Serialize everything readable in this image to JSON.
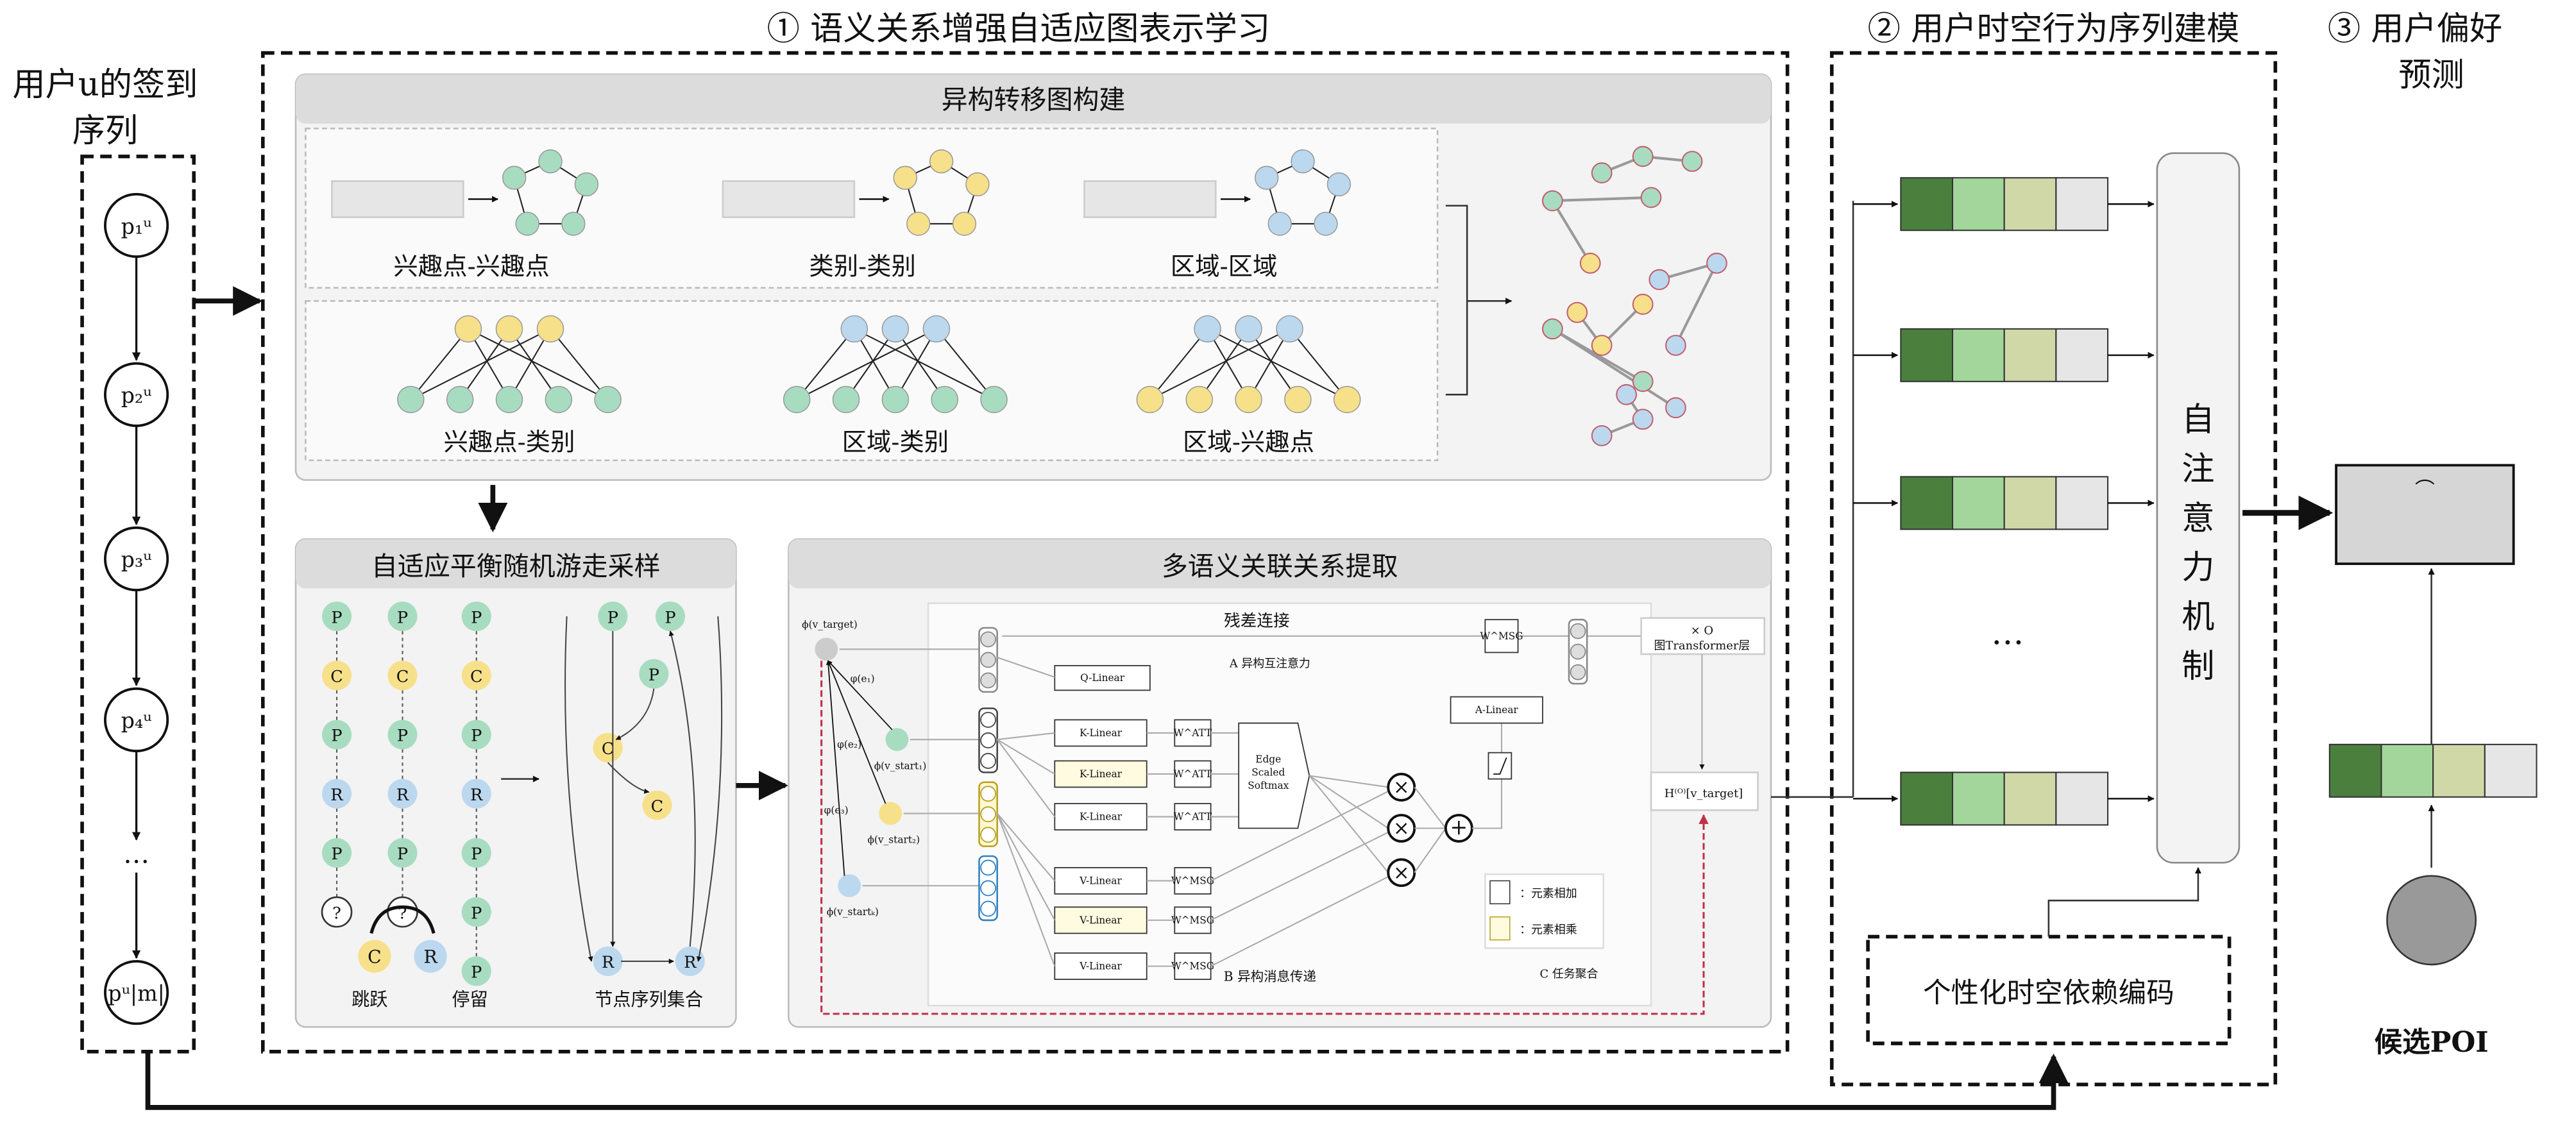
{
  "input": {
    "title_line1": "用户u的签到",
    "title_line2": "序列",
    "nodes": [
      "p₁ᵘ",
      "p₂ᵘ",
      "p₃ᵘ",
      "p₄ᵘ",
      "…",
      "pᵘ|m|"
    ]
  },
  "section1": {
    "title": "① 语义关系增强自适应图表示学习",
    "hetero": {
      "header": "异构转移图构建",
      "row1": [
        "兴趣点-兴趣点",
        "类别-类别",
        "区域-区域"
      ],
      "row2": [
        "兴趣点-类别",
        "区域-类别",
        "区域-兴趣点"
      ]
    },
    "walk": {
      "header": "自适应平衡随机游走采样",
      "columns": [
        [
          "P",
          "C",
          "P",
          "R",
          "P",
          "?"
        ],
        [
          "P",
          "C",
          "P",
          "R",
          "P",
          "?"
        ],
        [
          "P",
          "C",
          "P",
          "R",
          "P",
          "P",
          "P"
        ]
      ],
      "jump": "跳跃",
      "stay": "停留",
      "seq_set": "节点序列集合",
      "choice_nodes": [
        "C",
        "R"
      ],
      "graph_nodes": [
        "P",
        "P",
        "P",
        "C",
        "C",
        "R",
        "R"
      ]
    },
    "multi": {
      "header": "多语义关联关系提取",
      "residual": "残差连接",
      "a_label": "A 异构互注意力",
      "b_label": "B 异构消息传递",
      "c_label": "C 任务聚合",
      "phi_target": "ϕ(v_target)",
      "phi_e": [
        "φ(e₁)",
        "φ(e₂)",
        "φ(e₃)"
      ],
      "phi_starts": [
        "ϕ(v_start₁)",
        "ϕ(v_start₂)",
        "ϕ(v_startₖ)"
      ],
      "q_linear": "Q-Linear",
      "k_linear": "K-Linear",
      "v_linear": "V-Linear",
      "a_linear": "A-Linear",
      "w_att": "W^ATT",
      "w_msg": "W^MSG",
      "softmax": [
        "Edge",
        "Scaled",
        "Softmax"
      ],
      "layers_top": "× O",
      "layers_bottom": "图Transformer层",
      "h_out": "H⁽ᴼ⁾[v_target]",
      "legend_add": "元素相加",
      "legend_mul": "元素相乘"
    }
  },
  "section2": {
    "title": "② 用户时空行为序列建模",
    "ellipsis": "…",
    "attention": "自注意力机制",
    "personal": "个性化时空依赖编码"
  },
  "section3": {
    "title_line1": "③ 用户偏好",
    "title_line2": "预测",
    "hat": "⌒",
    "candidate": "候选POI"
  },
  "colors": {
    "poi": "#a8dcc0",
    "category": "#f7e08a",
    "region": "#bcd8ef",
    "seq": [
      "#4b7f3e",
      "#a3d69b",
      "#d1d8a8",
      "#e6e6e6"
    ],
    "residual_loop": "#c0304a"
  }
}
